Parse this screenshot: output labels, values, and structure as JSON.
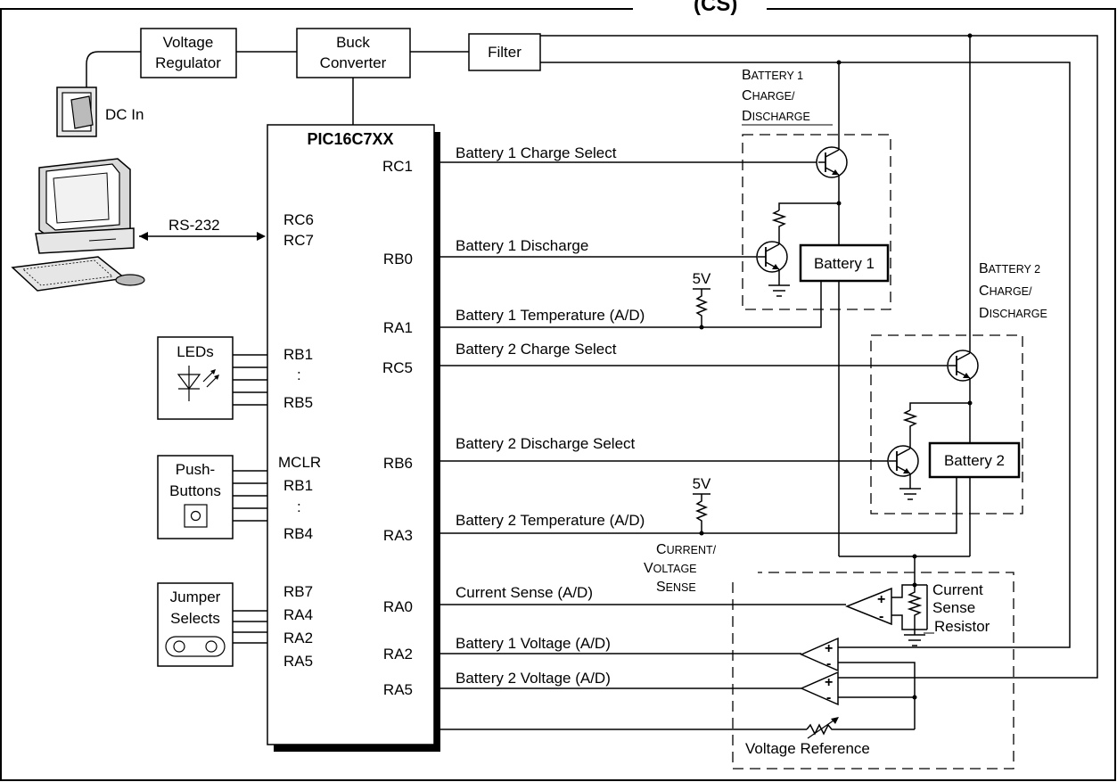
{
  "title_fragment": "(CS)",
  "blocks": {
    "voltage_regulator": [
      "Voltage",
      "Regulator"
    ],
    "buck_converter": [
      "Buck",
      "Converter"
    ],
    "filter": "Filter",
    "dc_in": "DC In",
    "mcu": "PIC16C7XX",
    "rs232": "RS-232",
    "leds": "LEDs",
    "pushbuttons": [
      "Push-",
      "Buttons"
    ],
    "jumpers": [
      "Jumper",
      "Selects"
    ],
    "battery1": "Battery 1",
    "battery2": "Battery 2",
    "current_sense_resistor": [
      "Current",
      "Sense",
      "Resistor"
    ],
    "voltage_reference": "Voltage Reference",
    "five_v": "5V"
  },
  "left_pins": {
    "comm": [
      "RC6",
      "RC7"
    ],
    "leds": [
      "RB1",
      ":",
      "RB5"
    ],
    "buttons": [
      "MCLR",
      "RB1",
      ":",
      "RB4"
    ],
    "jumpers": [
      "RB7",
      "RA4",
      "RA2",
      "RA5"
    ]
  },
  "right_pins": [
    "RC1",
    "RB0",
    "RA1",
    "RC5",
    "RB6",
    "RA3",
    "RA0",
    "RA2",
    "RA5"
  ],
  "signals": [
    "Battery 1 Charge Select",
    "Battery 1 Discharge",
    "Battery 1 Temperature (A/D)",
    "Battery 2 Charge Select",
    "Battery 2 Discharge Select",
    "Battery 2 Temperature (A/D)",
    "Current Sense (A/D)",
    "Battery 1 Voltage (A/D)",
    "Battery 2 Voltage (A/D)"
  ],
  "group_labels": {
    "battery1_cd": [
      [
        "B",
        "ATTERY 1"
      ],
      [
        "C",
        "HARGE/"
      ],
      [
        "D",
        "ISCHARGE"
      ]
    ],
    "battery2_cd": [
      [
        "B",
        "ATTERY 2"
      ],
      [
        "C",
        "HARGE/"
      ],
      [
        "D",
        "ISCHARGE"
      ]
    ],
    "current_voltage": [
      [
        "C",
        "URRENT/"
      ],
      [
        "V",
        "OLTAGE"
      ],
      [
        "S",
        "ENSE"
      ]
    ]
  }
}
